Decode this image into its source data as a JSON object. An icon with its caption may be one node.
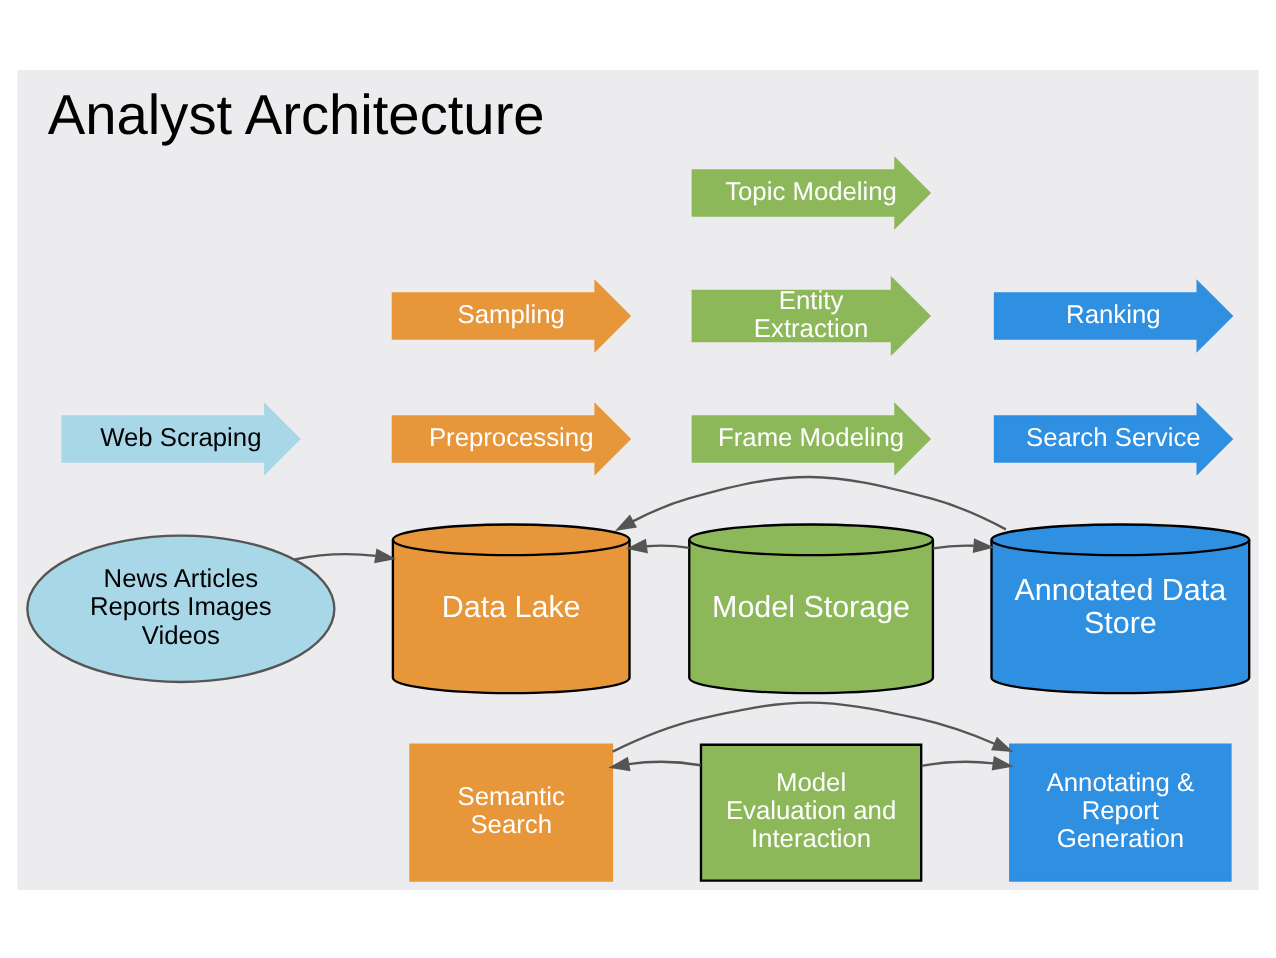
{
  "diagram": {
    "title": "Analyst Architecture",
    "nodes": [
      {
        "text": [
          "Topic Modeling"
        ]
      },
      {
        "text": [
          "Sampling"
        ]
      },
      {
        "text": [
          "Entity Extraction"
        ]
      },
      {
        "text": [
          "Ranking"
        ]
      },
      {
        "text": [
          "Web Scraping"
        ]
      },
      {
        "text": [
          "Preprocessing"
        ]
      },
      {
        "text": [
          "Frame Modeling"
        ]
      },
      {
        "text": [
          "Search Service"
        ]
      },
      {
        "text": [
          "News Articles Reports Images Videos"
        ]
      },
      {
        "text": [
          "Data Lake"
        ]
      },
      {
        "text": [
          "Model Storage"
        ]
      },
      {
        "text": [
          "Annotated Data Store"
        ]
      },
      {
        "text": [
          "Semantic Search"
        ]
      },
      {
        "text": [
          "Model Evaluation and Interaction"
        ]
      },
      {
        "text": [
          "Annotating & Report Generation"
        ]
      }
    ],
    "edges": [
      {
        "from": 8,
        "to": 9,
        "arrow": "to"
      },
      {
        "from": 10,
        "to": 9,
        "arrow": "to"
      },
      {
        "from": 10,
        "to": 11,
        "arrow": "to"
      },
      {
        "from": 11,
        "to": 9,
        "arrow": "to"
      },
      {
        "from": 13,
        "to": 12,
        "arrow": "to"
      },
      {
        "from": 13,
        "to": 14,
        "arrow": "to"
      },
      {
        "from": 12,
        "to": 14,
        "arrow": "to"
      }
    ]
  }
}
